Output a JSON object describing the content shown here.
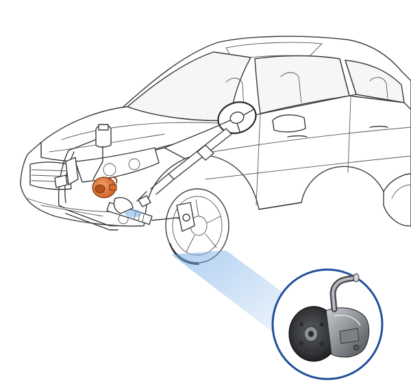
{
  "diagram": {
    "subject": "car-power-steering-system",
    "colors": {
      "outline": "#3a3a3a",
      "pump_highlight": "#e07a3c",
      "beam": "#6fa8e6",
      "inset_ring": "#1f4f99",
      "pump_body": "#6b6f74"
    },
    "components": [
      {
        "name": "reservoir",
        "icon": "reservoir-icon"
      },
      {
        "name": "power-steering-pump",
        "icon": "pump-icon"
      },
      {
        "name": "steering-rack",
        "icon": "rack-icon"
      },
      {
        "name": "steering-column",
        "icon": "column-icon"
      },
      {
        "name": "steering-wheel",
        "icon": "steering-wheel-icon"
      },
      {
        "name": "front-wheel",
        "icon": "wheel-icon"
      }
    ],
    "inset": {
      "depicts": "power-steering-pump-closeup"
    }
  }
}
